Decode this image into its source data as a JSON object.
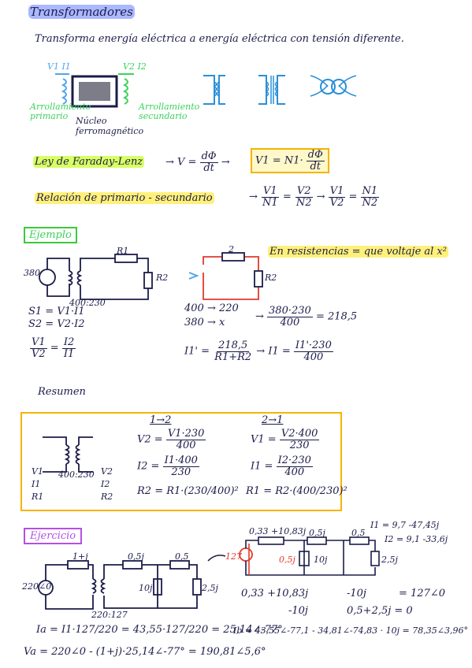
{
  "title": "Transformadores",
  "intro": "Transforma energía eléctrica a energía eléctrica con tensión diferente.",
  "diagram": {
    "v1i1": "V1 I1",
    "v2i2": "V2 I2",
    "primario": "Arrollamiento primario",
    "secundario": "Arrollamiento secundario",
    "nucleo": "Núcleo ferromagnético"
  },
  "faraday": {
    "label": "Ley de Faraday-Lenz",
    "eq1_lhs": "V =",
    "eq1_num": "dΦ",
    "eq1_den": "dt",
    "eq2_lhs": "V1 = N1·",
    "eq2_num": "dΦ",
    "eq2_den": "dt"
  },
  "relacion": {
    "label": "Relación de primario - secundario",
    "v1": "V1",
    "n1": "N1",
    "v2": "V2",
    "n2": "N2",
    "v1b": "V1",
    "v2b": "V2",
    "n1b": "N1",
    "n2b": "N2"
  },
  "ejemplo": {
    "label": "Ejemplo",
    "note": "En resistencias = que voltaje al x²",
    "source": "380",
    "ratio": "400:230",
    "r1": "R1",
    "r2": "R2",
    "r1b": "2",
    "r2b": "R2",
    "s1": "S1 = V1·I1",
    "s2": "S2 = V2·I2",
    "ratio_num1": "V1",
    "ratio_den1": "V2",
    "ratio_num2": "I2",
    "ratio_den2": "I1",
    "prop1": "400 → 220",
    "prop2": "380 → x",
    "prop_num": "380·230",
    "prop_den": "400",
    "prop_res": "= 218,5",
    "i1p_lhs": "I1' =",
    "i1p_num": "218,5",
    "i1p_den": "R1+R2",
    "i1_lhs": "I1 =",
    "i1_num": "I1'·230",
    "i1_den": "400"
  },
  "resumen": {
    "label": "Resumen",
    "ratio": "400:230",
    "v1": "V1",
    "v2": "V2",
    "i1": "I1",
    "i2": "I2",
    "r1": "R1",
    "r2": "R2",
    "col1_head": "1→2",
    "col1_v": "V2 =",
    "col1_v_num": "V1·230",
    "col1_v_den": "400",
    "col1_i": "I2 =",
    "col1_i_num": "I1·400",
    "col1_i_den": "230",
    "col1_r": "R2 = R1·(230/400)²",
    "col2_head": "2→1",
    "col2_v": "V1 =",
    "col2_v_num": "V2·400",
    "col2_v_den": "230",
    "col2_i": "I1 =",
    "col2_i_num": "I2·230",
    "col2_i_den": "400",
    "col2_r": "R1 = R2·(400/230)²"
  },
  "ejercicio": {
    "label": "Ejercicio",
    "src": "220∠0",
    "z1": "1+j",
    "z2": "0,5j",
    "z3": "0,5",
    "zc": "10j",
    "zl": "2,5j",
    "ratio": "220:127",
    "i1res": "I1 = 9,7 -47,45j",
    "i2res": "I2 = 9,1 -33,6j",
    "c_src": "127",
    "c_z": "0,33 +10,83j",
    "c_z2": "0,5j",
    "c_z3": "0,5",
    "c_a": "0,5j",
    "c_b": "10j",
    "c_c": "2,5j",
    "eq_a": "0,33 +10,83j",
    "eq_b": "-10j",
    "eq_c": "= 127∠0",
    "eq_d": "-10j",
    "eq_e": "0,5+2,5j = 0",
    "fa": "Ia = I1·127/220 = 43,55·127/220 = 25,14∠-77°",
    "va": "Va = 220∠0 - (1+j)·25,14∠-77° = 190,81∠5,6°",
    "ib": "Ib = 43,55∠-77,1 - 34,81∠-74,83 · 10j = 78,35∠3,96°"
  }
}
